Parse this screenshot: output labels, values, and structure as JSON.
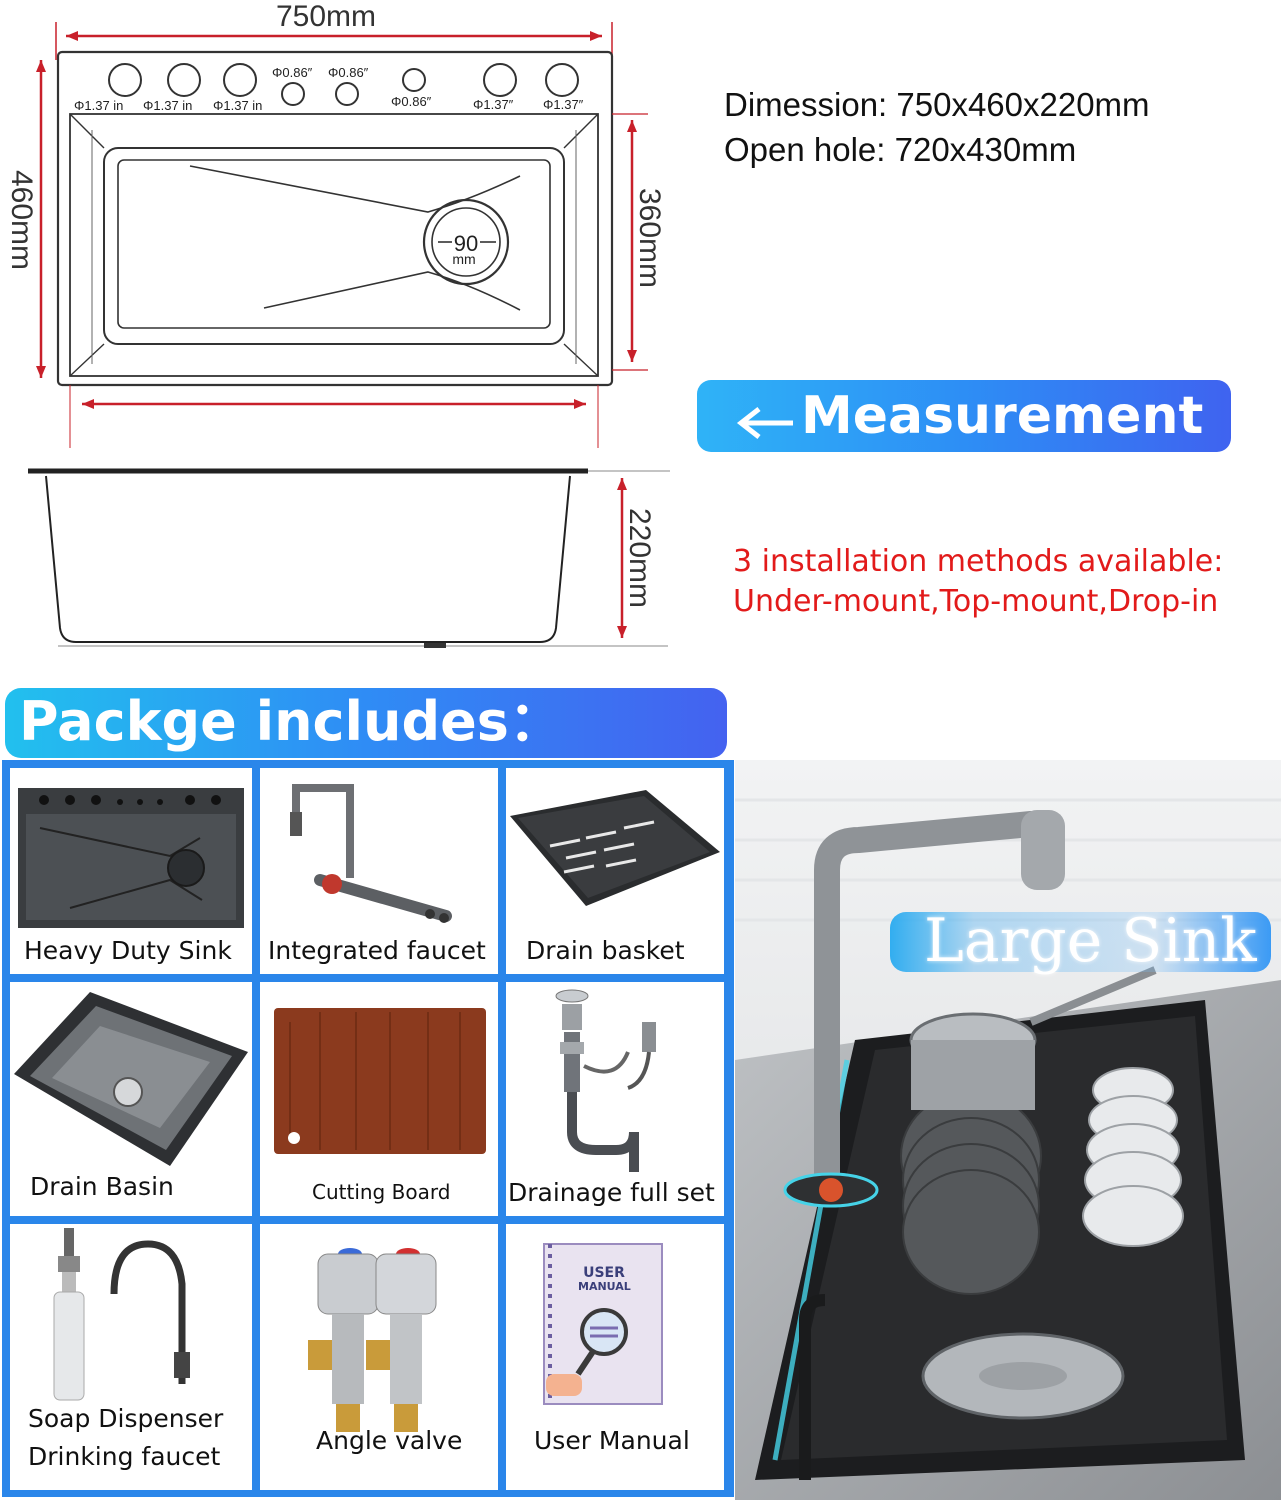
{
  "diagram": {
    "top_width": "750mm",
    "left_height": "460mm",
    "right_inner_height": "360mm",
    "side_depth": "220mm",
    "drain_size": "90",
    "drain_unit": "mm",
    "holes": [
      "Φ1.37 in",
      "Φ1.37 in",
      "Φ1.37 in",
      "Φ0.86″",
      "Φ0.86″",
      "Φ0.86″",
      "Φ1.37″",
      "Φ1.37″"
    ]
  },
  "specs": {
    "dimension": "Dimession: 750x460x220mm",
    "open_hole": "Open hole: 720x430mm"
  },
  "measurement_banner": "Measurement",
  "installation": {
    "line1": "3 installation methods available:",
    "line2": "Under-mount,Top-mount,Drop-in"
  },
  "package": {
    "title": "Packge includes：",
    "items": [
      {
        "label": "Heavy Duty Sink"
      },
      {
        "label": "Integrated faucet"
      },
      {
        "label": "Drain basket"
      },
      {
        "label": "Drain Basin"
      },
      {
        "label": "Cutting Board"
      },
      {
        "label": "Drainage full set"
      },
      {
        "label": "Soap Dispenser",
        "label2": "Drinking faucet"
      },
      {
        "label": "Angle valve"
      },
      {
        "label": "User Manual",
        "manual_line1": "USER",
        "manual_line2": "MANUAL"
      }
    ]
  },
  "photo_banner": "Large Sink",
  "colors": {
    "dimension_red": "#c8202a",
    "install_red": "#e21a1a",
    "banner_blue": "#2d8ef5",
    "grid_blue": "#2a86ea"
  }
}
